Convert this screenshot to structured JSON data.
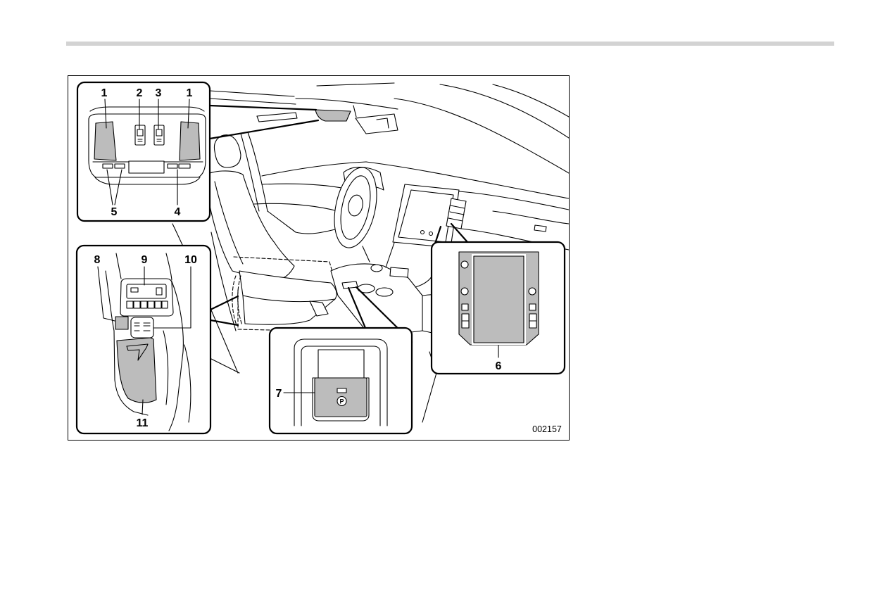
{
  "figure": {
    "image_code": "002157",
    "insets": {
      "overhead": {
        "callouts": [
          "1",
          "2",
          "3",
          "1",
          "5",
          "4"
        ]
      },
      "rear": {
        "callouts": [
          "8",
          "9",
          "10",
          "11"
        ]
      },
      "console": {
        "callouts": [
          "7"
        ],
        "button_symbol": "P"
      },
      "display": {
        "callouts": [
          "6"
        ]
      }
    },
    "icons": {
      "parking_brake": "parking-brake-icon"
    },
    "colors": {
      "line": "#000000",
      "highlight": "#bcbcbc",
      "rule": "#d3d3d3",
      "background": "#ffffff"
    }
  }
}
